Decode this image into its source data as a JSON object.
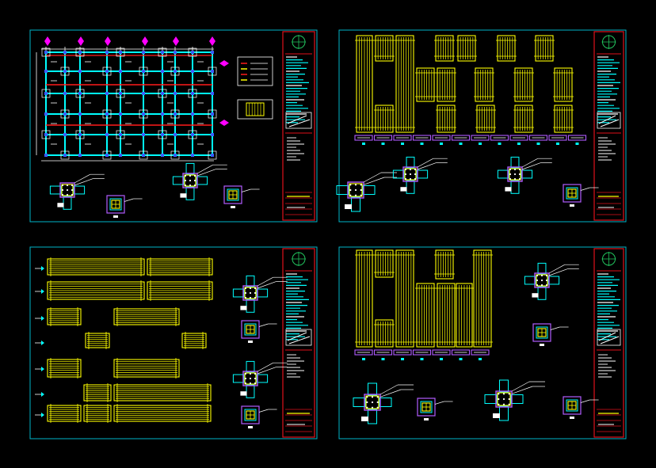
{
  "app": {
    "background": "#000000"
  },
  "colors": {
    "sheet_border": "#00b4c8",
    "title_block": "#e0101a",
    "rebar": "#ffff00",
    "grid_cyan": "#00ffff",
    "beam_red": "#ff1a1a",
    "axis_magenta": "#ff00ff",
    "line_white": "#ffffff",
    "column_blue": "#3a5cff",
    "column_purple": "#b05cff",
    "north_green": "#22c55e"
  },
  "sheets": [
    {
      "name": "sheet-top-left",
      "content": "foundation-plan-with-joint-details"
    },
    {
      "name": "sheet-top-right",
      "content": "column-elevations-with-joint-details"
    },
    {
      "name": "sheet-bottom-left",
      "content": "beam-elevations-with-joint-details"
    },
    {
      "name": "sheet-bottom-right",
      "content": "column-elevations-with-joint-details"
    }
  ]
}
